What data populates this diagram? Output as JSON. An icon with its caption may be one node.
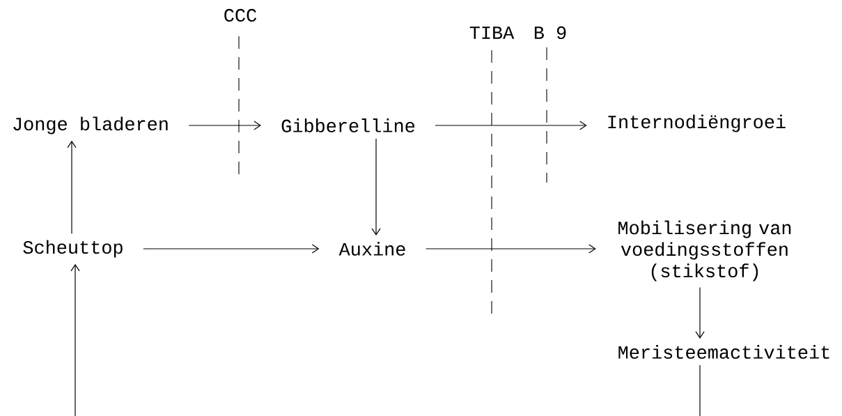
{
  "diagram": {
    "nodes": [
      {
        "text": [
          "Jonge bladeren"
        ]
      },
      {
        "text": [
          "Gibberelline"
        ]
      },
      {
        "text": [
          "Internodiëngroei"
        ]
      },
      {
        "text": [
          "Scheuttop"
        ]
      },
      {
        "text": [
          "Auxine"
        ]
      },
      {
        "text": [
          "Mobilisering van voedingsstoffen (stikstof)"
        ]
      },
      {
        "text": [
          "Meristeemactiviteit"
        ]
      }
    ],
    "edges": [
      {
        "from": 0,
        "to": 1,
        "arrow": "to"
      },
      {
        "from": 1,
        "to": 2,
        "arrow": "to"
      },
      {
        "from": 1,
        "to": 4,
        "arrow": "to"
      },
      {
        "from": 3,
        "to": 0,
        "arrow": "to"
      },
      {
        "from": 3,
        "to": 4,
        "arrow": "to"
      },
      {
        "from": 4,
        "to": 5,
        "arrow": "to"
      },
      {
        "from": 5,
        "to": 6,
        "arrow": "to"
      },
      {
        "from": null,
        "to": 3,
        "arrow": "to"
      },
      {
        "from": 6,
        "to": null,
        "arrow": "none"
      }
    ],
    "labels": [
      "CCC",
      "TIBA",
      "B 9"
    ]
  }
}
